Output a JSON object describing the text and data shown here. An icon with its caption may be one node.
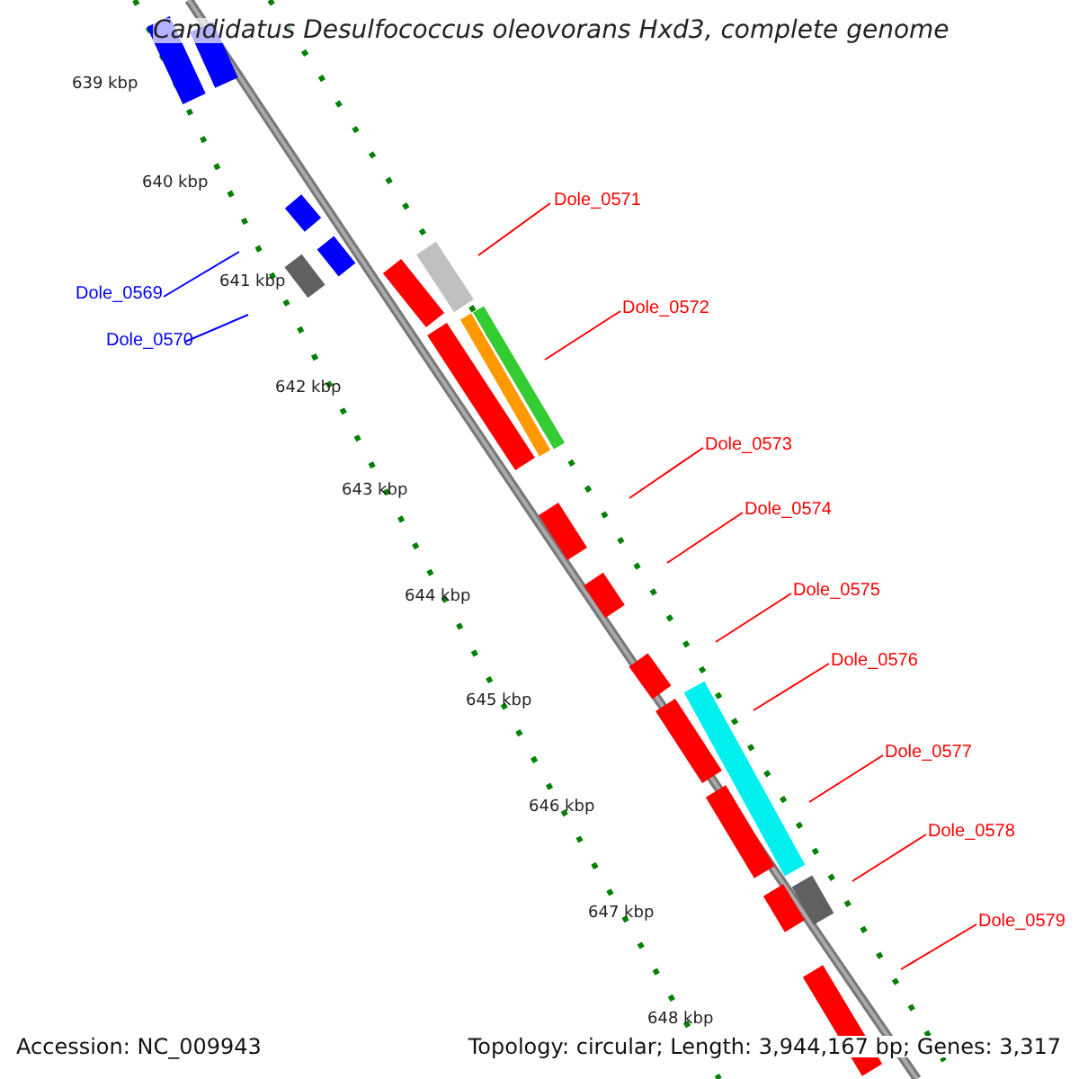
{
  "diagram": {
    "title": "Candidatus Desulfococcus oleovorans Hxd3, complete genome",
    "nodes": [
      {
        "text": [
          "Dole_0569"
        ]
      },
      {
        "text": [
          "Dole_0570"
        ]
      },
      {
        "text": [
          "Dole_0571"
        ]
      },
      {
        "text": [
          "Dole_0572"
        ]
      },
      {
        "text": [
          "Dole_0573"
        ]
      },
      {
        "text": [
          "Dole_0574"
        ]
      },
      {
        "text": [
          "Dole_0575"
        ]
      },
      {
        "text": [
          "Dole_0576"
        ]
      },
      {
        "text": [
          "Dole_0577"
        ]
      },
      {
        "text": [
          "Dole_0578"
        ]
      },
      {
        "text": [
          "Dole_0579"
        ]
      }
    ],
    "edges": [
      {
        "from": 0,
        "to": null,
        "arrow": "none",
        "color": "#0000ff"
      },
      {
        "from": 1,
        "to": null,
        "arrow": "none",
        "color": "#0000ff"
      },
      {
        "from": 2,
        "to": null,
        "arrow": "none"
      },
      {
        "from": 3,
        "to": null,
        "arrow": "none"
      },
      {
        "from": 4,
        "to": null,
        "arrow": "none"
      },
      {
        "from": 5,
        "to": null,
        "arrow": "none"
      },
      {
        "from": 6,
        "to": null,
        "arrow": "none"
      },
      {
        "from": 7,
        "to": null,
        "arrow": "none"
      },
      {
        "from": 8,
        "to": null,
        "arrow": "none"
      },
      {
        "from": 9,
        "to": null,
        "arrow": "none"
      },
      {
        "from": 10,
        "to": null,
        "arrow": "none"
      }
    ],
    "labels": [
      "639 kbp",
      "640 kbp",
      "641 kbp",
      "642 kbp",
      "643 kbp",
      "644 kbp",
      "645 kbp",
      "646 kbp",
      "647 kbp",
      "648 kbp",
      "Accession: NC_009943",
      "Topology: circular; Length: 3,944,167 bp; Genes: 3,317"
    ]
  }
}
